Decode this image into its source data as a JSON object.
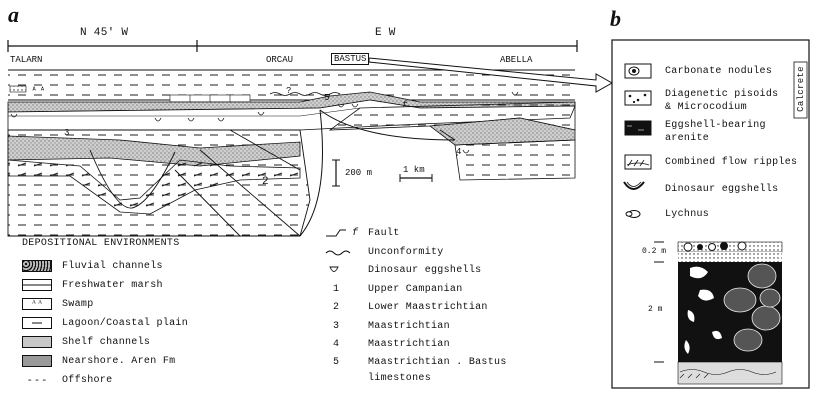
{
  "panel_a": {
    "letter": "a",
    "direction_left": "N 45' W",
    "direction_right": "E W",
    "places": {
      "talarn": "TALARN",
      "orcau": "ORCAU",
      "bastus": "BASTUS",
      "abella": "ABELLA"
    },
    "scale_vertical": "200 m",
    "scale_horizontal": "1 km",
    "section_numbers": {
      "n1": "1",
      "n2": "2",
      "n3": "3",
      "n4": "4",
      "n5": "5"
    },
    "question_mark": "?",
    "fault_mark": "f",
    "legend_title": "DEPOSITIONAL ENVIRONMENTS",
    "legend_env": [
      {
        "label": "Fluvial channels",
        "pattern": "fluvial"
      },
      {
        "label": "Freshwater marsh",
        "pattern": "marsh"
      },
      {
        "label": "Swamp",
        "pattern": "swamp"
      },
      {
        "label": "Lagoon/Coastal plain",
        "pattern": "lagoon"
      },
      {
        "label": "Shelf channels",
        "pattern": "shelf"
      },
      {
        "label": "Nearshore. Aren Fm",
        "pattern": "nearshore"
      },
      {
        "label": "Offshore",
        "pattern": "offshore"
      }
    ],
    "legend_symbols": [
      {
        "symbol": "f",
        "label": "Fault"
      },
      {
        "symbol": "~",
        "label": "Unconformity"
      },
      {
        "symbol": "egg",
        "label": "Dinosaur eggshells"
      },
      {
        "symbol": "1",
        "label": "Upper Campanian"
      },
      {
        "symbol": "2",
        "label": "Lower Maastrichtian"
      },
      {
        "symbol": "3",
        "label": "Maastrichtian"
      },
      {
        "symbol": "4",
        "label": "Maastrichtian"
      },
      {
        "symbol": "5",
        "label": "Maastrichtian . Bastus"
      }
    ],
    "legend_symbols_last_line2": "limestones"
  },
  "panel_b": {
    "letter": "b",
    "legend": [
      {
        "label": "Carbonate nodules",
        "icon": "nodule"
      },
      {
        "label": "Diagenetic pisoids",
        "label2": "& Microcodium",
        "icon": "pisoids"
      },
      {
        "label": "Eggshell-bearing",
        "label2": "arenite",
        "icon": "arenite"
      },
      {
        "label": "Combined flow ripples",
        "icon": "ripples"
      },
      {
        "label": "Dinosaur eggshells",
        "icon": "eggshell"
      },
      {
        "label": "Lychnus",
        "icon": "lychnus"
      }
    ],
    "calcrete_label": "Calcrete",
    "column_scale_top": "0.2 m",
    "column_scale_main": "2 m"
  }
}
